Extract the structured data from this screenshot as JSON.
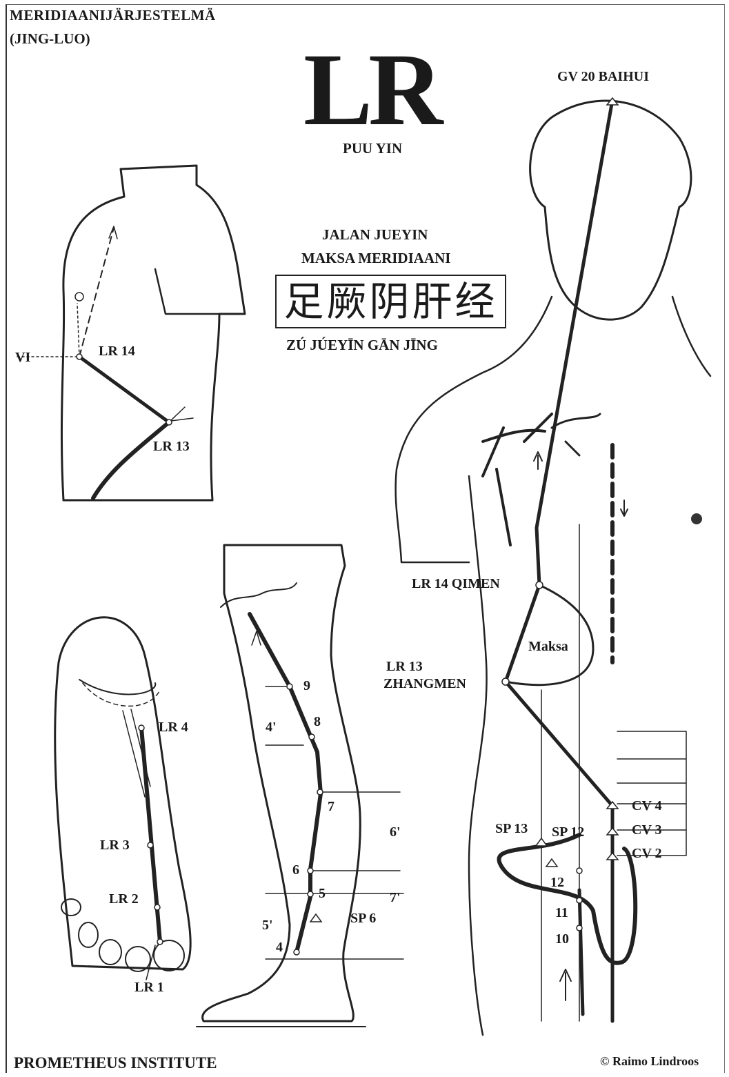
{
  "header": {
    "line1": "MERIDIAANIJÄRJESTELMÄ",
    "line2": "(JING-LUO)"
  },
  "title": {
    "abbr": "LR",
    "element": "PUU YIN",
    "name_line1": "JALAN JUEYIN",
    "name_line2": "MAKSA MERIDIAANI",
    "chinese": "足厥阴肝经",
    "pinyin": "ZÚ JÚEYĪN GĀN JĪNG"
  },
  "torso_side": {
    "vi": "VI",
    "lr14": "LR 14",
    "lr13": "LR 13"
  },
  "foot": {
    "lr4": "LR 4",
    "lr3": "LR 3",
    "lr2": "LR 2",
    "lr1": "LR 1"
  },
  "leg": {
    "p9": "9",
    "p8": "8",
    "p4p": "4'",
    "p7": "7",
    "p6p": "6'",
    "p6": "6",
    "p5": "5",
    "p7p": "7'",
    "sp6": "SP 6",
    "p5p": "5'",
    "p4": "4"
  },
  "body": {
    "gv20": "GV 20  BAIHUI",
    "lr14": "LR 14  QIMEN",
    "maksa": "Maksa",
    "lr13a": "LR 13",
    "lr13b": "ZHANGMEN",
    "cv4": "CV 4",
    "cv3": "CV 3",
    "cv2": "CV 2",
    "sp13": "SP 13",
    "sp12": "SP 12",
    "n12": "12",
    "n11": "11",
    "n10": "10"
  },
  "footer": {
    "left": "PROMETHEUS  INSTITUTE",
    "right": "© Raimo Lindroos"
  }
}
